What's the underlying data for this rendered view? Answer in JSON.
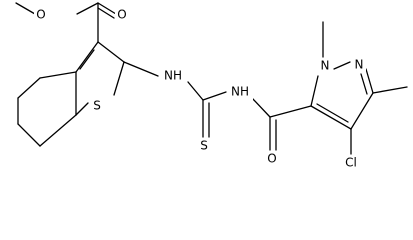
{
  "molecule": {
    "atoms": {
      "o_ester_single": "O",
      "o_ester_double": "O",
      "s_thiophene": "S",
      "nh_left": "NH",
      "nh_right": "NH",
      "s_thione": "S",
      "o_amide": "O",
      "n1_pyrazole": "N",
      "n2_pyrazole": "N",
      "cl": "Cl"
    }
  }
}
